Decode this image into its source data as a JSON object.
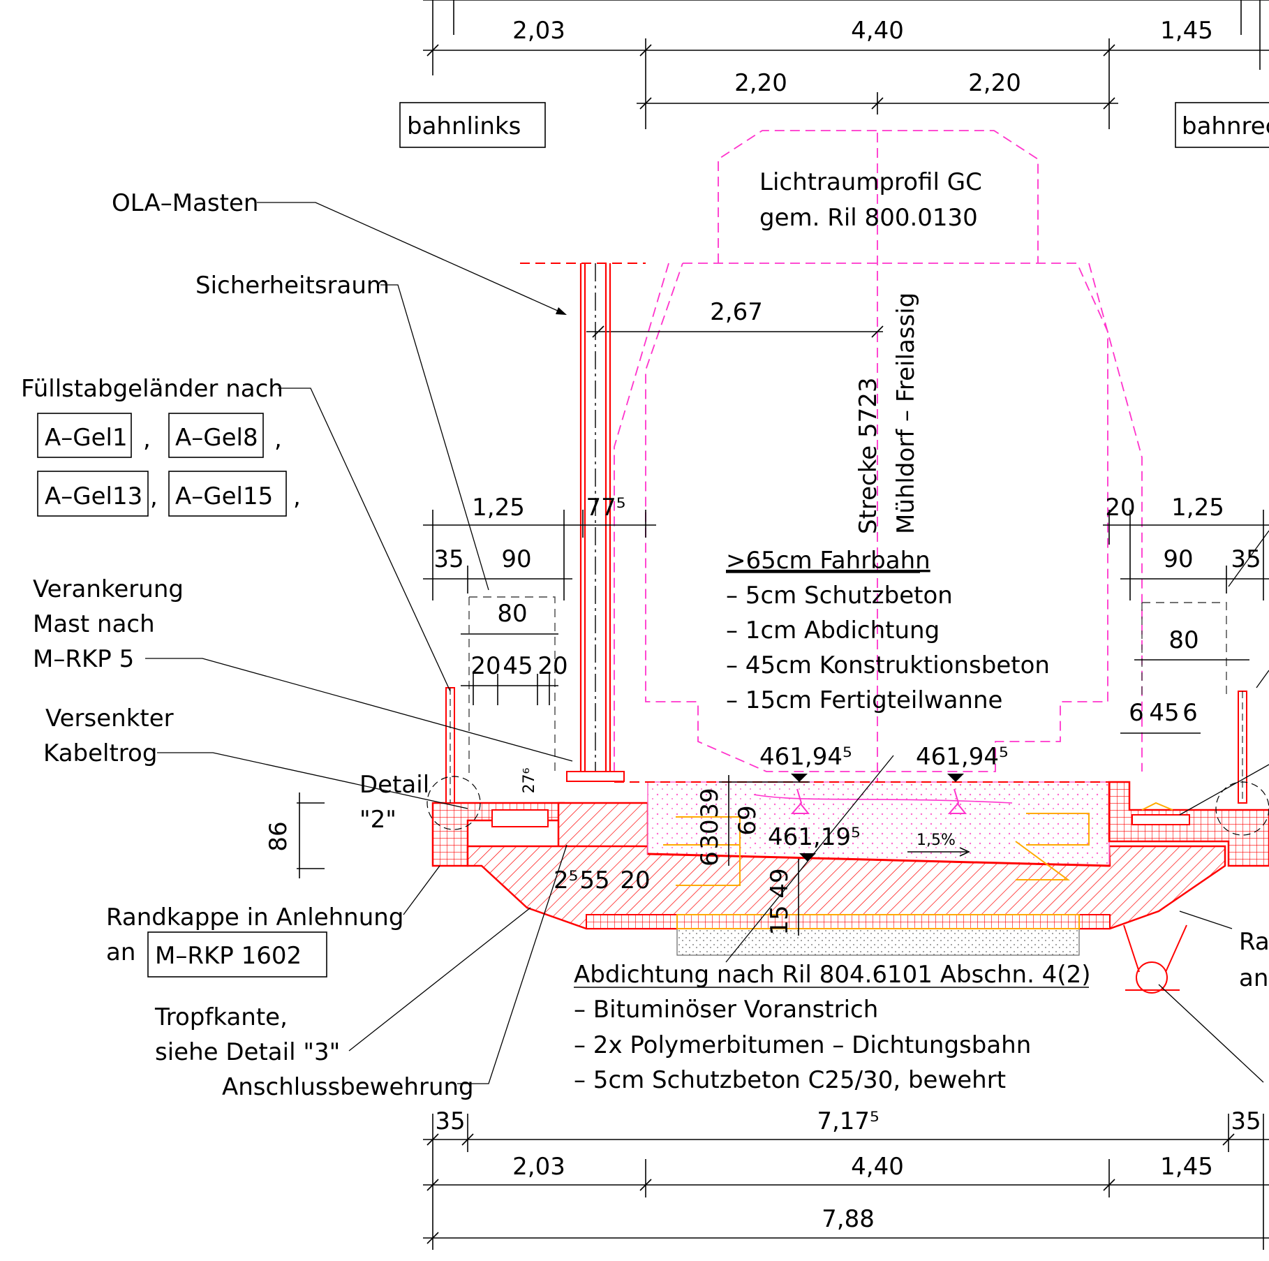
{
  "dimensions_top": {
    "d1": "2,03",
    "d2": "4,40",
    "d3": "1,45",
    "d4": "2,20",
    "d5": "2,20"
  },
  "side_labels": {
    "left": "bahnlinks",
    "right": "bahnrec"
  },
  "clearance": {
    "line1": "Lichtraumprofil GC",
    "line2": "gem. Ril 800.0130"
  },
  "track": {
    "line1": "Strecke 5723",
    "line2": "Mühldorf – Freilassig"
  },
  "dim_267": "2,67",
  "labels": {
    "ola": "OLA–Masten",
    "sicherheit": "Sicherheitsraum",
    "gelaender": "Füllstabgeländer nach",
    "gel1": "A–Gel1",
    "gel8": "A–Gel8",
    "gel13": "A–Gel13",
    "gel15": "A–Gel15",
    "comma": ",",
    "veranker1": "Verankerung",
    "veranker2": "Mast nach",
    "veranker3": "M–RKP 5",
    "kabel1": "Versenkter",
    "kabel2": "Kabeltrog",
    "detail1": "Detail",
    "detail2": "\"2\"",
    "randkappe1": "Randkappe in Anlehnung",
    "randkappe2": "an",
    "randkappe_box": "M–RKP 1602",
    "tropf1": "Tropfkante,",
    "tropf2": "siehe Detail \"3\"",
    "anschluss": "Anschlussbewehrung",
    "rand_right1": "Ran",
    "rand_right2": "an"
  },
  "fahrbahn": {
    "title": ">65cm Fahrbahn",
    "items": [
      "– 5cm Schutzbeton",
      "– 1cm Abdichtung",
      "– 45cm Konstruktionsbeton",
      "– 15cm Fertigteilwanne"
    ]
  },
  "abdichtung": {
    "title": "Abdichtung nach Ril 804.6101 Abschn. 4(2)",
    "items": [
      "– Bituminöser Voranstrich",
      "– 2x Polymerbitumen –  Dichtungsbahn",
      "– 5cm Schutzbeton C25/30, bewehrt"
    ]
  },
  "dims_left": {
    "d125": "1,25",
    "d35": "35",
    "d90": "90",
    "d80": "80",
    "d20a": "20",
    "d45": "45",
    "d20b": "20",
    "d775": "77⁵",
    "d86": "86",
    "d276": "27⁶"
  },
  "dims_right": {
    "d20": "20",
    "d125": "1,25",
    "d90": "90",
    "d35": "35",
    "d80": "80",
    "d6a": "6",
    "d45": "45",
    "d6b": "6"
  },
  "levels": {
    "l1": "461,94⁵",
    "l2": "461,94⁵",
    "l3": "461,19⁵",
    "slope": "1,5%"
  },
  "dims_mid": {
    "d39": "39",
    "d30": "30",
    "d6": "6",
    "d69": "69",
    "d49": "49",
    "d15": "15",
    "d25": "2⁵",
    "d55": "55",
    "d20": "20"
  },
  "dimensions_bottom": {
    "b35a": "35",
    "b7175": "7,17⁵",
    "b35b": "35",
    "b203": "2,03",
    "b440": "4,40",
    "b145": "1,45",
    "b788": "7,88"
  }
}
